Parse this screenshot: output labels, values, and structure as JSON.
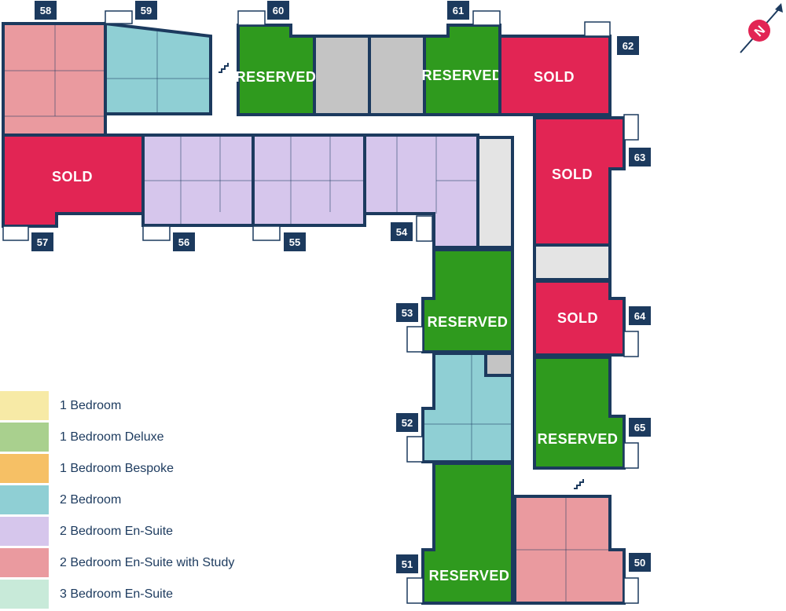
{
  "compass": {
    "label": "N",
    "icon": "north-arrow-icon"
  },
  "colors": {
    "reserved": "#2f9a1e",
    "sold": "#e22554",
    "wall": "#1c3a5e",
    "common": "#c4c4c4",
    "two_bedroom": "#8fcfd4",
    "two_bedroom_ensuite": "#d6c6ec",
    "two_bedroom_ensuite_study": "#ea9a9f"
  },
  "units": [
    {
      "number": "50",
      "status": ""
    },
    {
      "number": "51",
      "status": "RESERVED"
    },
    {
      "number": "52",
      "status": ""
    },
    {
      "number": "53",
      "status": "RESERVED"
    },
    {
      "number": "54",
      "status": ""
    },
    {
      "number": "55",
      "status": ""
    },
    {
      "number": "56",
      "status": ""
    },
    {
      "number": "57",
      "status": "SOLD"
    },
    {
      "number": "58",
      "status": ""
    },
    {
      "number": "59",
      "status": ""
    },
    {
      "number": "60",
      "status": "RESERVED"
    },
    {
      "number": "61",
      "status": "RESERVED"
    },
    {
      "number": "62",
      "status": "SOLD"
    },
    {
      "number": "63",
      "status": "SOLD"
    },
    {
      "number": "64",
      "status": "SOLD"
    },
    {
      "number": "65",
      "status": "RESERVED"
    }
  ],
  "legend": [
    {
      "label": "1 Bedroom",
      "color": "#f7eaa6"
    },
    {
      "label": "1 Bedroom Deluxe",
      "color": "#a9d08e"
    },
    {
      "label": "1 Bedroom Bespoke",
      "color": "#f6c065"
    },
    {
      "label": "2 Bedroom",
      "color": "#8fcfd4"
    },
    {
      "label": "2 Bedroom En-Suite",
      "color": "#d6c6ec"
    },
    {
      "label": "2 Bedroom En-Suite with Study",
      "color": "#ea9a9f"
    },
    {
      "label": "3 Bedroom En-Suite",
      "color": "#c8ead9"
    }
  ]
}
